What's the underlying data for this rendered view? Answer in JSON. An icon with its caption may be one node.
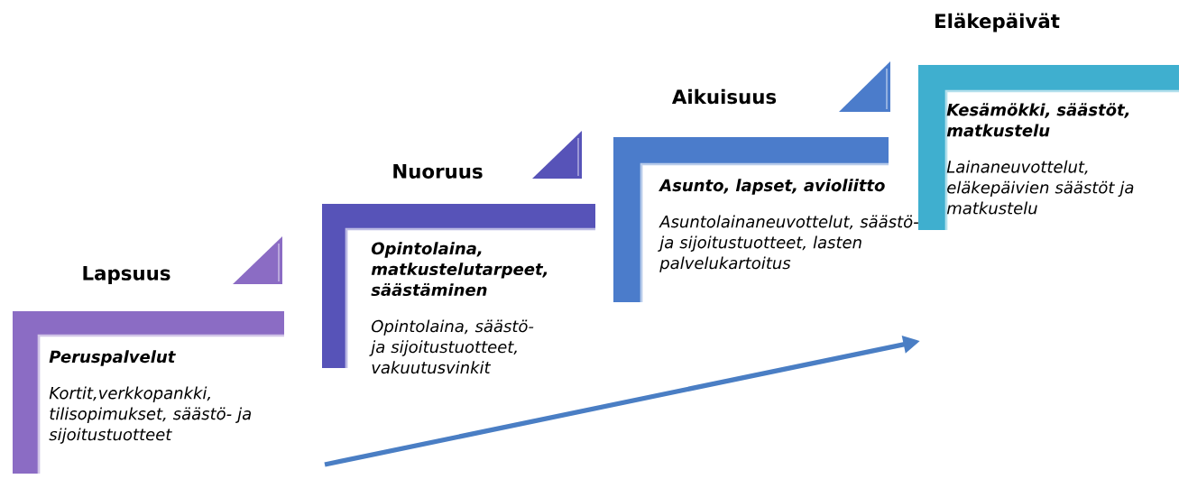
{
  "diagram": {
    "nodes": [
      {
        "text": [
          "Lapsuus",
          "Peruspalvelut",
          "Kortit,verkkopankki, tilisopimukset, säästö- ja sijoitustuotteet"
        ]
      },
      {
        "text": [
          "Nuoruus",
          "Opintolaina, matkustelutarpeet, säästäminen",
          "Opintolaina, säästö- ja sijoitustuotteet, vakuutusvinkit"
        ]
      },
      {
        "text": [
          "Aikuisuus",
          "Asunto, lapset, avioliitto",
          "Asuntolainaneuvottelut, säästö- ja sijoitustuotteet, lasten palvelukartoitus"
        ]
      },
      {
        "text": [
          "Eläkepäivät",
          "Kesämökki, säästöt, matkustelu",
          "Lainaneuvottelut, eläkepäivien säästöt ja matkustelu"
        ]
      }
    ]
  }
}
